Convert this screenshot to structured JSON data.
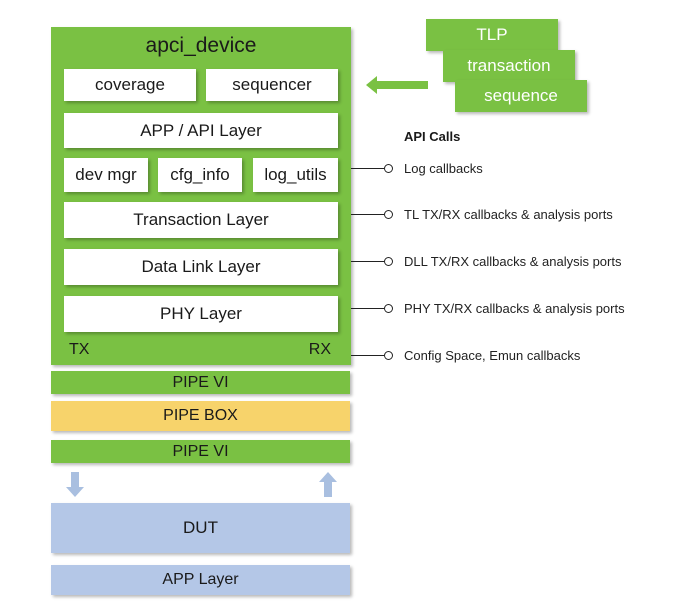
{
  "device": {
    "title": "apci_device",
    "components": {
      "coverage": "coverage",
      "sequencer": "sequencer",
      "app_api_layer": "APP / API Layer",
      "dev_mgr": "dev mgr",
      "cfg_info": "cfg_info",
      "log_utils": "log_utils",
      "transaction_layer": "Transaction Layer",
      "data_link_layer": "Data Link Layer",
      "phy_layer": "PHY Layer"
    },
    "tx_label": "TX",
    "rx_label": "RX"
  },
  "pipe": {
    "pipe_vi_top": "PIPE VI",
    "pipe_box": "PIPE BOX",
    "pipe_vi_bottom": "PIPE VI"
  },
  "dut": {
    "label": "DUT"
  },
  "app_layer": {
    "label": "APP Layer"
  },
  "stack": {
    "items": [
      "TLP",
      "transaction",
      "sequence"
    ]
  },
  "api": {
    "heading": "API Calls",
    "items": [
      "Log callbacks",
      "TL TX/RX callbacks & analysis ports",
      "DLL TX/RX callbacks & analysis ports",
      "PHY TX/RX callbacks & analysis ports",
      "Config Space, Emun callbacks"
    ]
  },
  "colors": {
    "green": "#7ac143",
    "yellow": "#f7d36b",
    "blue": "#b4c7e7",
    "arrow_blue": "#a9bfe0"
  }
}
